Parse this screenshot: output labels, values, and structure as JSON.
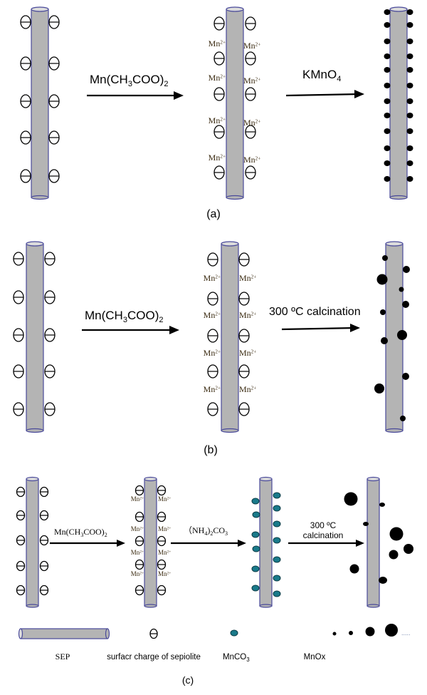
{
  "panels": {
    "a": {
      "caption": "(a)",
      "step1_reagent": "Mn(CH",
      "step1_sub1": "3",
      "step1_mid": "COO)",
      "step1_sub2": "2",
      "step2_reagent": "KMnO",
      "step2_sub": "4",
      "ion_label": "Mn",
      "ion_charge": "2+"
    },
    "b": {
      "caption": "(b)",
      "step1_reagent": "Mn(CH",
      "step1_sub1": "3",
      "step1_mid": "COO)",
      "step1_sub2": "2",
      "step2_reagent": "300 ºC calcination",
      "ion_label": "Mn",
      "ion_charge": "2+"
    },
    "c": {
      "caption": "(c)",
      "step1_reagent": "Mn(CH",
      "step1_sub1": "3",
      "step1_mid": "COO)",
      "step1_sub2": "2",
      "step2_reagent": "（NH",
      "step2_sub1": "4",
      "step2_mid": ")",
      "step2_sub2": "2",
      "step2_end": "CO",
      "step2_sub3": "3",
      "step3_line1": "300 ºC",
      "step3_line2": "calcination",
      "ion_label": "Mn",
      "ion_charge": "2+"
    }
  },
  "legend": {
    "sep": "SEP",
    "charge": "surfacr charge of sepiolite",
    "mnco3": "MnCO",
    "mnco3_sub": "3",
    "mnox": "MnOx",
    "ellipsis": "....."
  },
  "colors": {
    "rod_fill": "#b4b4b4",
    "rod_stroke": "#4a4a9a",
    "rod_cap": "#dcdcdc",
    "mnco3": "#1a7a8a",
    "mnox": "#000000",
    "text": "#000000"
  }
}
